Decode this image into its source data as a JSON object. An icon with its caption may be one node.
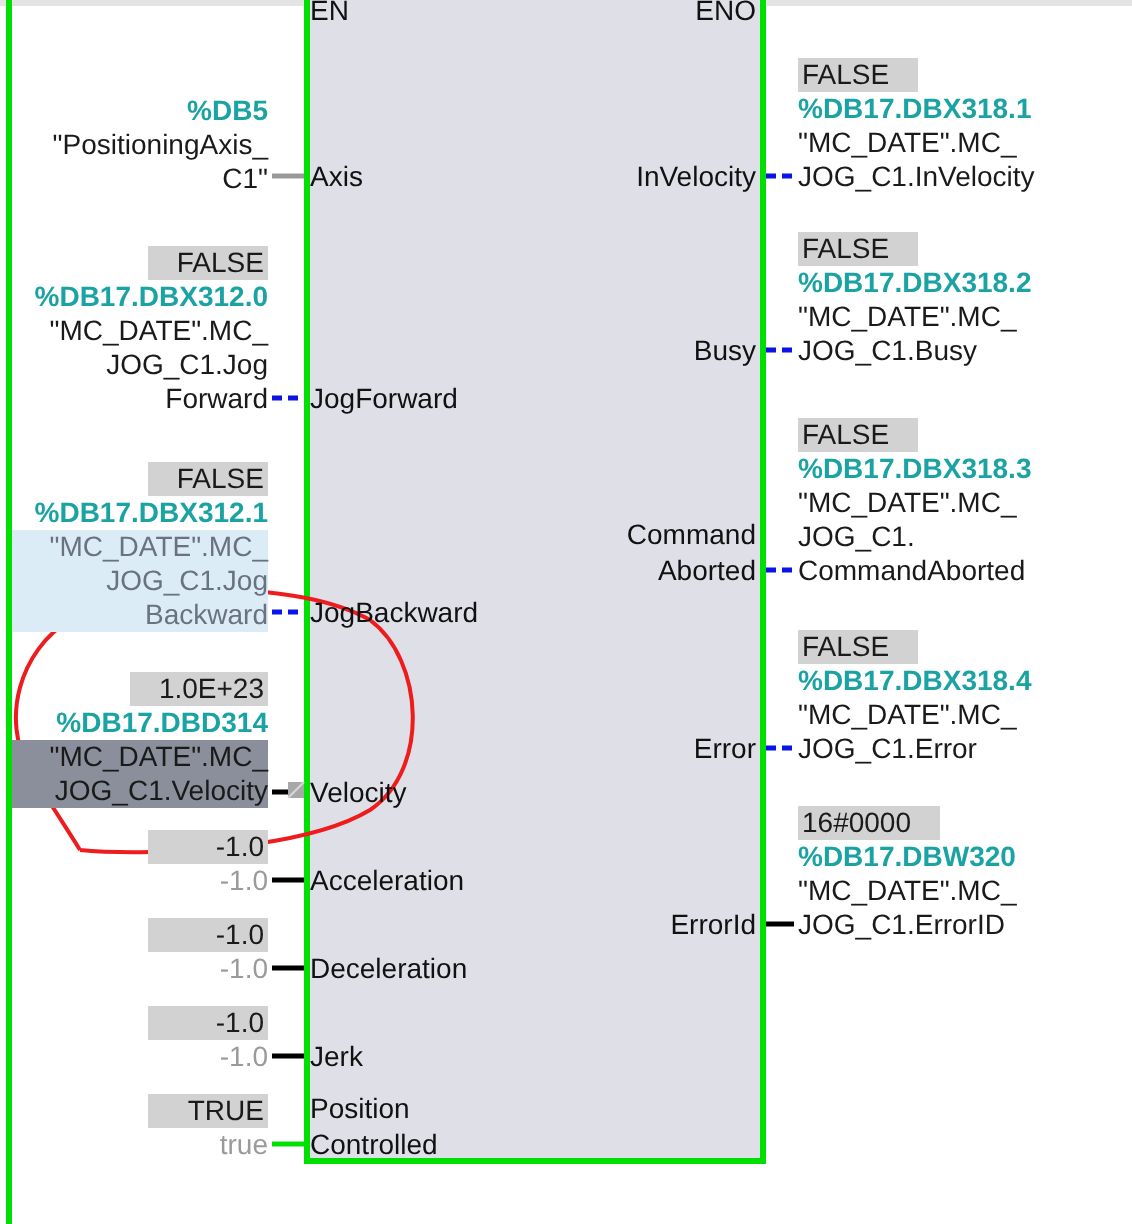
{
  "diagram": {
    "nodes": [
      {
        "text": [],
        "shape": "box"
      },
      {
        "text": [
          "EN"
        ],
        "in": 0
      },
      {
        "text": [
          "ENO"
        ],
        "in": 0
      },
      {
        "text": [
          "Axis"
        ],
        "in": 0
      },
      {
        "text": [
          "JogForward"
        ],
        "in": 0
      },
      {
        "text": [
          "JogBackward"
        ],
        "in": 0
      },
      {
        "text": [
          "Velocity"
        ],
        "in": 0
      },
      {
        "text": [
          "Acceleration"
        ],
        "in": 0
      },
      {
        "text": [
          "Deceleration"
        ],
        "in": 0
      },
      {
        "text": [
          "Jerk"
        ],
        "in": 0
      },
      {
        "text": [
          "Position Controlled"
        ],
        "in": 0
      },
      {
        "text": [
          "InVelocity"
        ],
        "in": 0
      },
      {
        "text": [
          "Busy"
        ],
        "in": 0
      },
      {
        "text": [
          "Command Aborted"
        ],
        "in": 0
      },
      {
        "text": [
          "Error"
        ],
        "in": 0
      },
      {
        "text": [
          "ErrorId"
        ],
        "in": 0
      },
      {
        "text": [
          "%DB5",
          "\"PositioningAxis_ C1\""
        ]
      },
      {
        "text": [
          "FALSE",
          "%DB17.DBX312.0",
          "\"MC_DATE\".MC_ JOG_C1.Jog Forward"
        ]
      },
      {
        "text": [
          "FALSE",
          "%DB17.DBX312.1",
          "\"MC_DATE\".MC_ JOG_C1.Jog Backward"
        ]
      },
      {
        "text": [
          "1.0E+23",
          "%DB17.DBD314",
          "\"MC_DATE\".MC_ JOG_C1.Velocity"
        ]
      },
      {
        "text": [
          "-1.0",
          "-1.0"
        ]
      },
      {
        "text": [
          "-1.0",
          "-1.0"
        ]
      },
      {
        "text": [
          "-1.0",
          "-1.0"
        ]
      },
      {
        "text": [
          "TRUE",
          "true"
        ]
      },
      {
        "text": [
          "FALSE",
          "%DB17.DBX318.1",
          "\"MC_DATE\".MC_ JOG_C1.InVelocity"
        ]
      },
      {
        "text": [
          "FALSE",
          "%DB17.DBX318.2",
          "\"MC_DATE\".MC_ JOG_C1.Busy"
        ]
      },
      {
        "text": [
          "FALSE",
          "%DB17.DBX318.3",
          "\"MC_DATE\".MC_ JOG_C1. CommandAborted"
        ]
      },
      {
        "text": [
          "FALSE",
          "%DB17.DBX318.4",
          "\"MC_DATE\".MC_ JOG_C1.Error"
        ]
      },
      {
        "text": [
          "16#0000",
          "%DB17.DBW320",
          "\"MC_DATE\".MC_ JOG_C1.ErrorID"
        ]
      }
    ],
    "edges": [
      {
        "from": 16,
        "to": 3,
        "arrow": "none",
        "color": "#999999"
      },
      {
        "from": 17,
        "to": 4,
        "arrow": "none",
        "style": "dashed"
      },
      {
        "from": 18,
        "to": 5,
        "arrow": "none",
        "style": "dashed"
      },
      {
        "from": 19,
        "to": 6,
        "arrow": "none",
        "color": "#000000"
      },
      {
        "from": 20,
        "to": 7,
        "arrow": "none",
        "color": "#000000"
      },
      {
        "from": 21,
        "to": 8,
        "arrow": "none",
        "color": "#000000"
      },
      {
        "from": 22,
        "to": 9,
        "arrow": "none",
        "color": "#000000"
      },
      {
        "from": 23,
        "to": 10,
        "arrow": "none",
        "color": "#00e000"
      },
      {
        "from": 11,
        "to": 24,
        "arrow": "none",
        "style": "dashed"
      },
      {
        "from": 12,
        "to": 25,
        "arrow": "none",
        "style": "dashed"
      },
      {
        "from": 13,
        "to": 26,
        "arrow": "none",
        "style": "dashed"
      },
      {
        "from": 14,
        "to": 27,
        "arrow": "none",
        "style": "dashed"
      },
      {
        "from": 15,
        "to": 28,
        "arrow": "none",
        "color": "#000000"
      }
    ]
  }
}
